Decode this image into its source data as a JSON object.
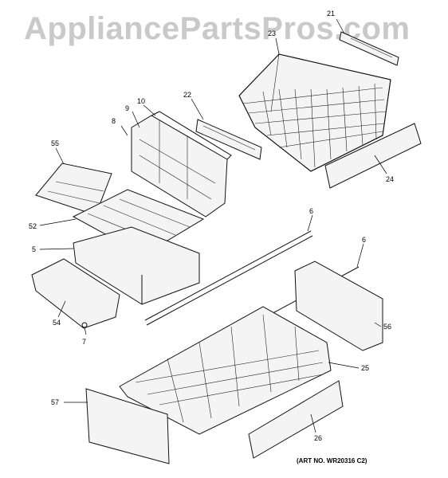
{
  "watermark": "AppliancePartsPros.com",
  "art_number": "(ART NO. WR20316 C2)",
  "callouts": {
    "c21": "21",
    "c23": "23",
    "c22": "22",
    "c10": "10",
    "c9": "9",
    "c8": "8",
    "c55": "55",
    "c24": "24",
    "c6a": "6",
    "c52": "52",
    "c5": "5",
    "c6b": "6",
    "c54": "54",
    "c7": "7",
    "c56": "56",
    "c25": "25",
    "c57": "57",
    "c26": "26"
  }
}
